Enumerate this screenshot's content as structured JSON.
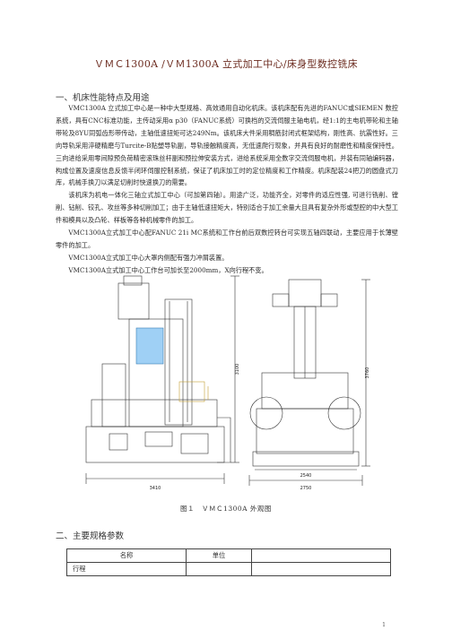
{
  "title": "ＶＭＣ1300A /ＶＭ1300A 立式加工中心/床身型数控铣床",
  "section1": {
    "heading": "一、机床性能特点及用途"
  },
  "paragraphs": [
    "VMC1300A 立式加工中心是一种中大型规格、高效通用自动化机床。该机床配有先进的FANUC或SIEMEN 数控系统，具有CNC标准功能，主传动采用α p30（FANUC系统）可换档的交流伺服主轴电机，经1:1的主电机带轮和主轴带轮及8YU同弧齿形带传动，主轴低速扭矩可达249Nm。该机床大件采用稠筋封闭式框架结构，刚性高、抗震性好。三向导轨采用淬硬精磨与Turcite-B贴塑导轨副，导轨接触精度高，无低速爬行现象，并具有良好的耐磨性和精度保持性。三向进给采用零间隙预负荷精密滚珠丝杆副和预拉伸安装方式，进给系统采用全数字交流伺服电机，并装有同轴编码器，构成位置及速度信息反馈半闭环伺服控制系统，保证了机床加工时的定位精度和工作精度。机床配装24把刀的圆盘式刀库，机械手换刀以满足切削时快速换刀的需要。",
    "该机床为机电一体化三轴立式加工中心（可加第四轴）。用途广泛，功能齐全，对零件的适应性强, 可进行铣削、镗削、钻削、铰孔、攻丝等多种切削加工；由于主轴低速扭矩大，特别适合于加工余量大且具有复杂外形或型腔的中大型工件和模具以及凸轮、样板等各种机械零件的加工。",
    "VMC1300A立式加工中心配FANUC 21i MC系统和工作台前后双数控转台可实现五轴四联动，主要应用于长薄壁零件的加工。",
    "VMC1300A立式加工中心大罩内侧配有强力冲屑装置。",
    "VMC1300A立式加工中心工作台可加长至2000mm，X向行程不变。"
  ],
  "figure": {
    "caption": "图１　ＶＭＣ1300A 外观图",
    "dims": {
      "left_width": "3410",
      "right_width": "2750",
      "right_inner": "2540",
      "right_height": "3760",
      "left_height": "3100"
    }
  },
  "section2": {
    "heading": "二、主要规格参数"
  },
  "spec_table": {
    "headers": [
      "名称",
      "单位",
      ""
    ],
    "rows": [
      [
        "行程",
        "",
        ""
      ]
    ]
  },
  "page_number": "1"
}
